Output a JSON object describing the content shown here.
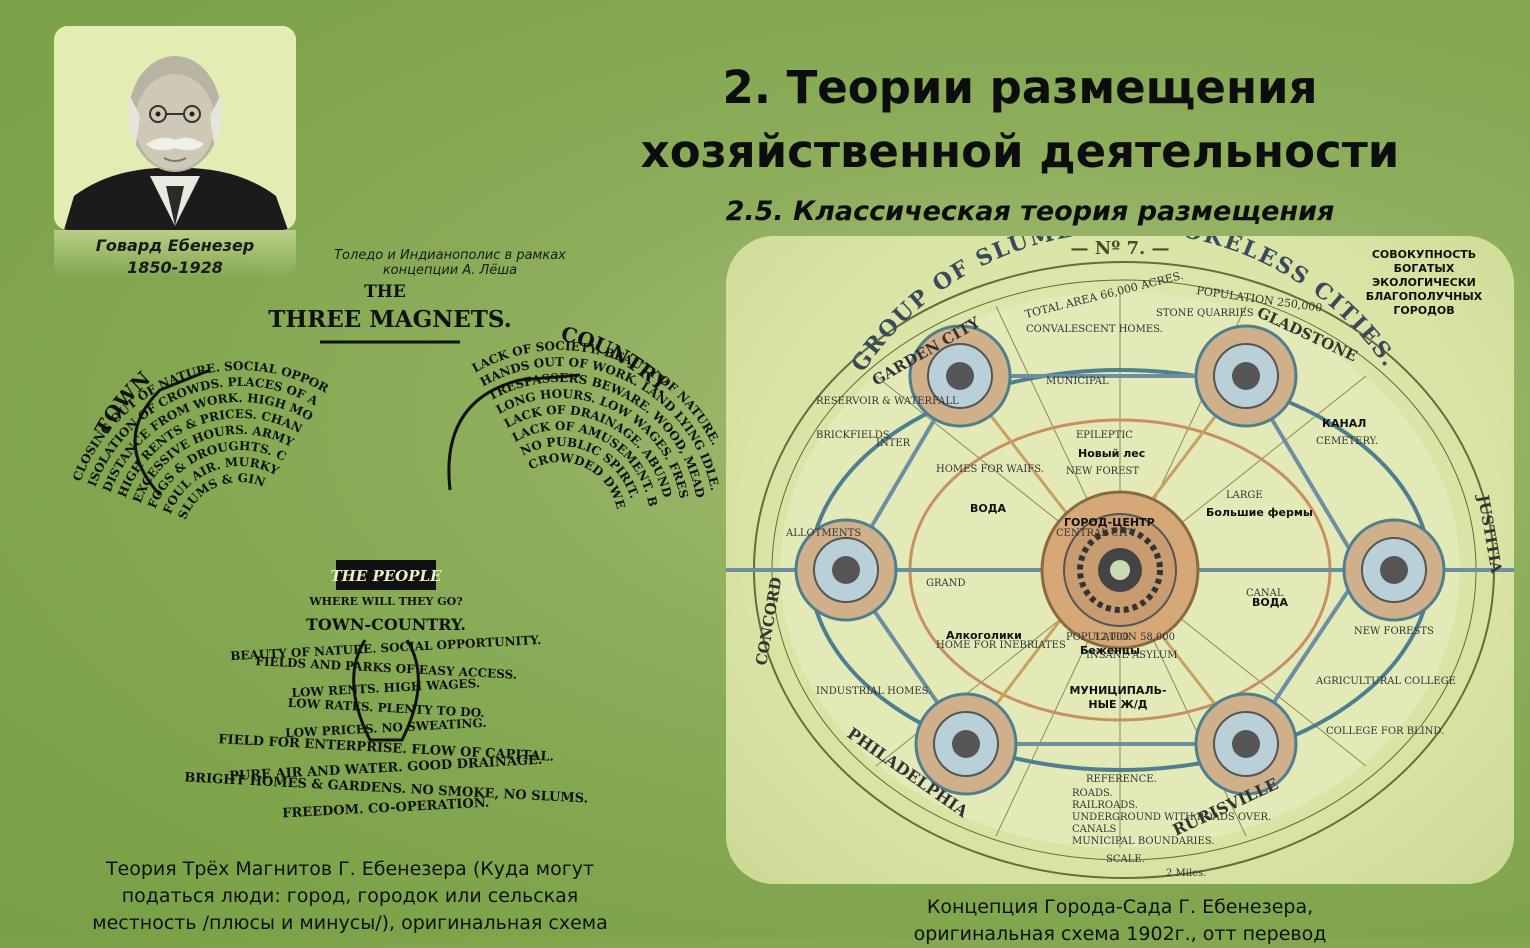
{
  "portrait": {
    "name": "Говард Ебенезер",
    "years": "1850-1928"
  },
  "title": {
    "line1": "2. Теории размещения",
    "line2": "хозяйственной деятельности"
  },
  "subtitle": "2.5. Классическая теория размещения",
  "toledo_note": {
    "line1": "Толедо и Индианополис в рамках",
    "line2": "концепции А. Лёша"
  },
  "magnets": {
    "heading_the": "THE",
    "heading": "THREE MAGNETS.",
    "town": "TOWN",
    "country": "COUNTRY.",
    "town_lines": [
      "CLOSING OUT OF NATURE. SOCIAL OPPORTUNITY.",
      "ISOLATION OF CROWDS. PLACES OF AMUSEMENT.",
      "DISTANCE FROM WORK. HIGH MONEY WAGES.",
      "HIGH RENTS & PRICES. CHANCES OF EMPLOYMENT.",
      "EXCESSIVE HOURS. ARMY OF UNEMPLOYED.",
      "FOGS & DROUGHTS. COSTLY DRAINAGE.",
      "FOUL AIR. MURKY SKY. WELL-LIT STREETS.",
      "SLUMS & GIN PALACES. PALATIAL EDIFICES."
    ],
    "country_lines": [
      "LACK OF SOCIETY. BEAUTY OF NATURE.",
      "HANDS OUT OF WORK. LAND LYING IDLE.",
      "TRESPASSERS BEWARE. WOOD, MEADOW, FOREST.",
      "LONG HOURS. LOW WAGES. FRESH AIR. LOW RENTS.",
      "LACK OF DRAINAGE. ABUNDANCE OF WATER.",
      "LACK OF AMUSEMENT. BRIGHT SUNSHINE.",
      "NO PUBLIC SPIRIT. NEED FOR REFORM.",
      "CROWDED DWELLINGS. DESERTED VILLAGES."
    ],
    "people": "THE PEOPLE",
    "where": "WHERE WILL THEY GO?",
    "town_country": "TOWN-COUNTRY.",
    "tc_lines": [
      "BEAUTY OF NATURE. SOCIAL OPPORTUNITY.",
      "FIELDS AND PARKS OF EASY ACCESS.",
      "LOW RENTS. HIGH WAGES.",
      "LOW RATES. PLENTY TO DO.",
      "LOW PRICES. NO SWEATING.",
      "FIELD FOR ENTERPRISE. FLOW OF CAPITAL.",
      "PURE AIR AND WATER. GOOD DRAINAGE.",
      "BRIGHT HOMES & GARDENS. NO SMOKE, NO SLUMS.",
      "FREEDOM. CO-OPERATION."
    ]
  },
  "magnets_caption": {
    "line1": "Теория Трёх Магнитов Г. Ебенезера (Куда могут",
    "line2": "податься люди: город, городок или сельская",
    "line3": "местность /плюсы и минусы/), оригинальная схема"
  },
  "plan": {
    "number": "— Nº 7. —",
    "arc_title": "GROUP OF SLUMLESS SMOKELESS CITIES.",
    "total_area": "TOTAL AREA 66,000 ACRES.",
    "population": "POPULATION 250,000",
    "cities": [
      "GARDEN CITY",
      "GLADSTONE",
      "PHILADELPHIA",
      "RURISVILLE",
      "CONCORD",
      "JUSTITIA"
    ],
    "labels": {
      "municipal": "MUNICIPAL",
      "inter": "INTER",
      "central_city": "CENTRAL CITY",
      "grand": "GRAND",
      "canal": "CANAL",
      "allotments": "ALLOTMENTS",
      "new_forest": "NEW FOREST",
      "epileptic": "EPILEPTIC",
      "large_farms": "LARGE",
      "reservoir": "RESERVOIR & WATERFALL",
      "brickfields": "BRICKFIELDS.",
      "cemetery": "CEMETERY.",
      "homes_waifs": "HOMES FOR WAIFS.",
      "convalescent": "CONVALESCENT HOMES.",
      "stone_quarries": "STONE QUARRIES",
      "industrial_homes": "INDUSTRIAL HOMES.",
      "new_forests": "NEW FORESTS",
      "population_center": "POPULATION 58,000",
      "acres_12000": "12,000",
      "insane_asylum": "INSANE ASYLUM",
      "home_inebriates": "HOME FOR INEBRIATES",
      "agricultural_college": "AGRICULTURAL COLLEGE",
      "college_blind": "COLLEGE FOR BLIND.",
      "reference": "REFERENCE.",
      "roads": "ROADS.",
      "railroads": "RAILROADS.",
      "underground": "UNDERGROUND WITH ROADS OVER.",
      "canals": "CANALS",
      "boundaries": "MUNICIPAL BOUNDARIES.",
      "scale": "SCALE.",
      "miles": "2 Miles."
    },
    "overlays": {
      "top_right": [
        "СОВОКУПНОСТЬ",
        "БОГАТЫХ",
        "ЭКОЛОГИЧЕСКИ",
        "БЛАГОПОЛУЧНЫХ",
        "ГОРОДОВ"
      ],
      "canal": "КАНАЛ",
      "new_forest": "Новый лес",
      "water1": "ВОДА",
      "center": "ГОРОД-ЦЕНТР",
      "farms": "Большие фермы",
      "water2": "ВОДА",
      "alcoholics": "Алкоголики",
      "refugees": "Беженцы",
      "railway1": "МУНИЦИПАЛЬ-",
      "railway2": "НЫЕ Ж/Д"
    }
  },
  "plan_caption": {
    "line1": "Концепция Города-Сада Г. Ебенезера,",
    "line2": "оригинальная схема 1902г., отт перевод"
  },
  "colors": {
    "background": "#86aa52",
    "panel": "#dbe5a7",
    "ring_outer": "#4f7f8f",
    "ring_inner": "#c9905f",
    "railway": "#6e8fa1"
  }
}
